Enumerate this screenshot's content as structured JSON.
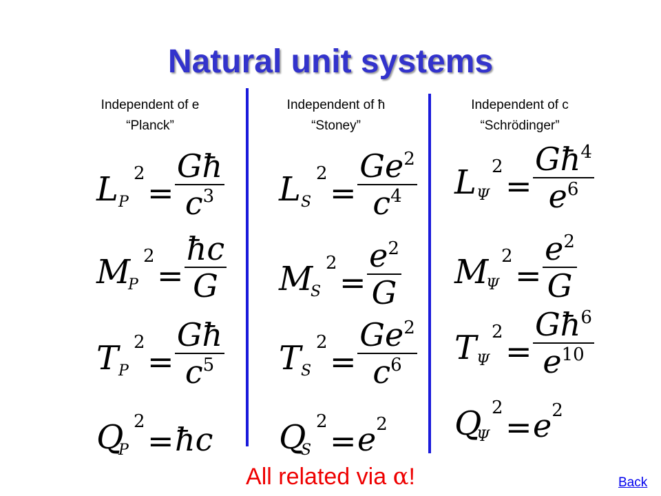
{
  "title": "Natural unit systems",
  "columns": [
    {
      "heading": "Independent of e",
      "name": "“Planck”",
      "subscript": "P",
      "equations": [
        {
          "base": "L",
          "sup": "2",
          "num": "Għ",
          "den": "c",
          "den_exp": "3"
        },
        {
          "base": "M",
          "sup": "2",
          "num": "ħc",
          "den": "G"
        },
        {
          "base": "T",
          "sup": "2",
          "num": "Għ",
          "den": "c",
          "den_exp": "5"
        },
        {
          "base": "Q",
          "sup": "2",
          "rhs": "ħc"
        }
      ]
    },
    {
      "heading": "Independent of ħ",
      "name": "“Stoney”",
      "subscript": "S",
      "equations": [
        {
          "base": "L",
          "sup": "2",
          "num": "Ge",
          "num_exp": "2",
          "den": "c",
          "den_exp": "4"
        },
        {
          "base": "M",
          "sup": "2",
          "num": "e",
          "num_exp": "2",
          "den": "G"
        },
        {
          "base": "T",
          "sup": "2",
          "num": "Ge",
          "num_exp": "2",
          "den": "c",
          "den_exp": "6"
        },
        {
          "base": "Q",
          "sup": "2",
          "rhs": "e",
          "rhs_exp": "2"
        }
      ]
    },
    {
      "heading": "Independent of c",
      "name": "“Schrödinger”",
      "subscript": "Ψ",
      "equations": [
        {
          "base": "L",
          "sup": "2",
          "num": "Għ",
          "num_exp": "4",
          "den": "e",
          "den_exp": "6"
        },
        {
          "base": "M",
          "sup": "2",
          "num": "e",
          "num_exp": "2",
          "den": "G"
        },
        {
          "base": "T",
          "sup": "2",
          "num": "Għ",
          "num_exp": "6",
          "den": "e",
          "den_exp": "10"
        },
        {
          "base": "Q",
          "sup": "2",
          "rhs": "e",
          "rhs_exp": "2"
        }
      ]
    }
  ],
  "footer": {
    "prefix": "All related via ",
    "symbol": "α",
    "suffix": "!"
  },
  "back_link": "Back"
}
